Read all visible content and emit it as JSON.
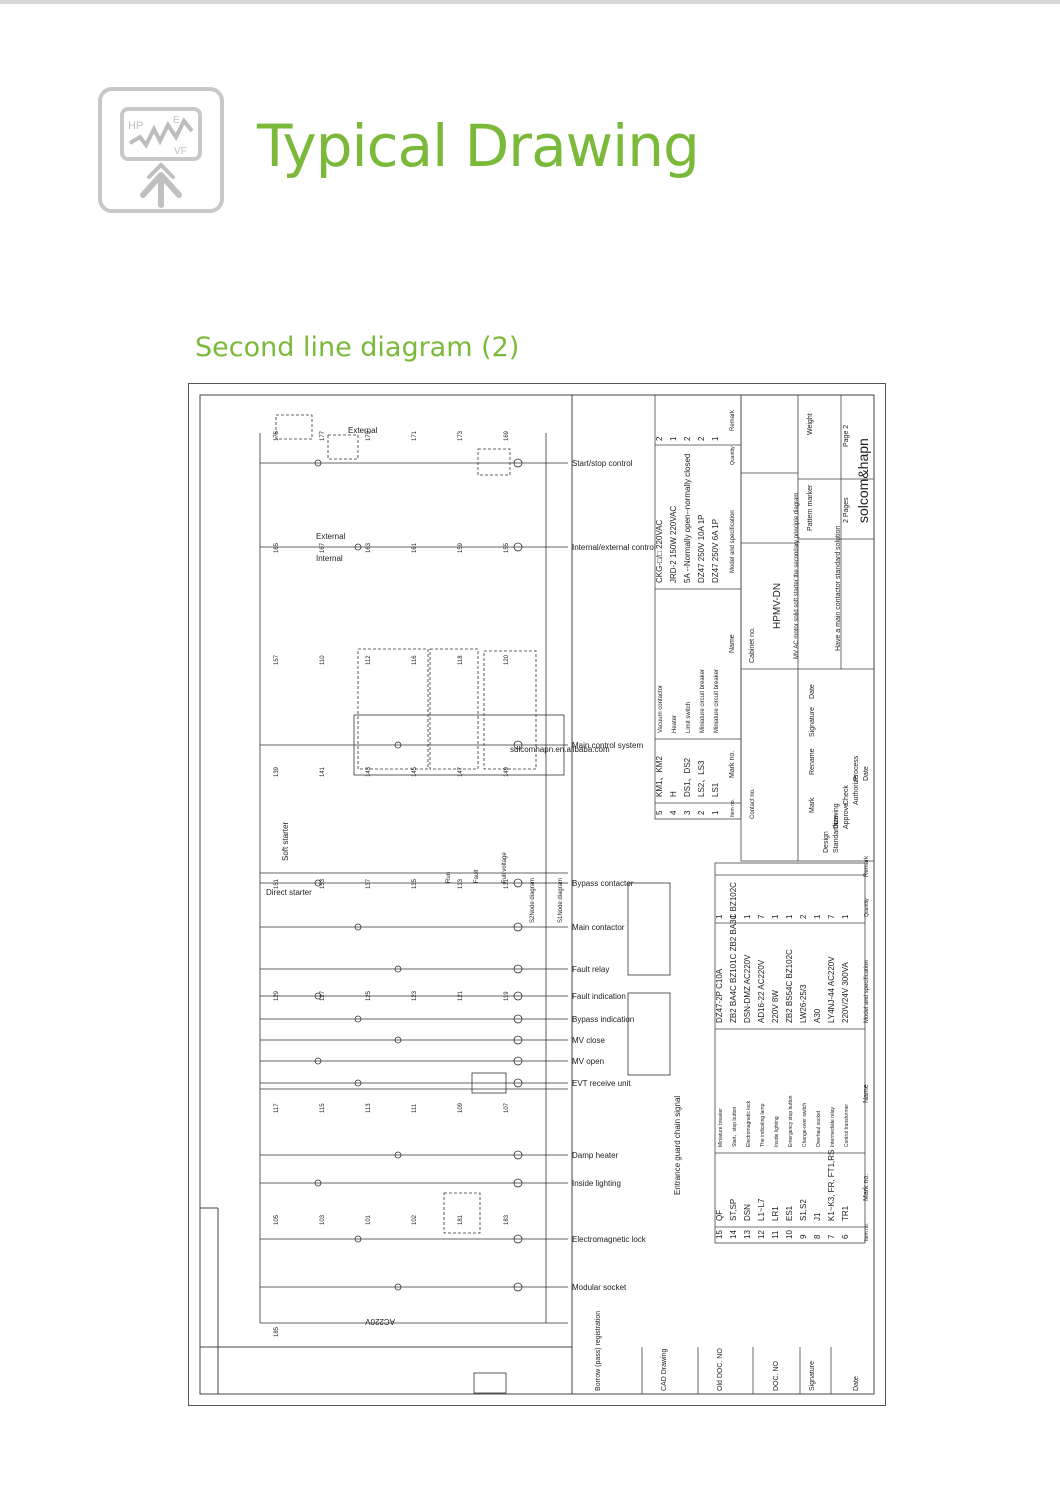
{
  "logo": {
    "label_hp": "HP",
    "label_e": "E",
    "label_vf": "VF",
    "icon": "drive-arrow-icon"
  },
  "page": {
    "title": "Typical Drawing",
    "subtitle": "Second line diagram (2)"
  },
  "watermark": "sdlcomhapn.en.alibaba.com",
  "circuit": {
    "top_labels": [
      "External",
      "External",
      "Internal",
      "Soft starter",
      "Direct starter",
      "Entrance guard chain signal",
      "AC220V"
    ],
    "right_labels": [
      "Start/stop control",
      "Internal/external control",
      "Main control system",
      "Bypass contactor",
      "Main contactor",
      "Fault relay",
      "Fault indication",
      "Bypass indication",
      "MV close",
      "MV open",
      "EVT receive unit",
      "Damp heater",
      "Inside lighting",
      "Electromagnetic lock",
      "Modular socket"
    ],
    "wire_numbers": [
      "175",
      "177",
      "179",
      "171",
      "173",
      "169",
      "165",
      "167",
      "163",
      "161",
      "159",
      "155",
      "157",
      "110",
      "112",
      "116",
      "118",
      "120",
      "139",
      "141",
      "143",
      "145",
      "147",
      "149",
      "151",
      "153",
      "137",
      "135",
      "133",
      "131",
      "129",
      "127",
      "125",
      "123",
      "121",
      "119",
      "117",
      "115",
      "113",
      "111",
      "109",
      "107",
      "105",
      "103",
      "101",
      "102",
      "181",
      "183",
      "185"
    ],
    "small_labels": [
      "Run",
      "Fault",
      "Full voltage",
      "S2Node diagram",
      "S1Node diagram"
    ]
  },
  "upper_table": {
    "header": {
      "item": "Item no.",
      "mark": "Mark no.",
      "name": "Name",
      "model": "Model and specification",
      "qty": "Quantity",
      "remark": "Remark"
    },
    "rows": [
      {
        "item": "5",
        "mark": "KM1、KM2",
        "name": "Vacuum contactor",
        "model": "CKG-□/□ 220VAC",
        "qty": "2"
      },
      {
        "item": "4",
        "mark": "H",
        "name": "Heater",
        "model": "JRD-2 150W 220VAC",
        "qty": "1"
      },
      {
        "item": "3",
        "mark": "DS1、DS2",
        "name": "Limit switch",
        "model": "5A --Normally open--normally closed",
        "qty": "2"
      },
      {
        "item": "2",
        "mark": "LS2、LS3",
        "name": "Miniature circuit breaker",
        "model": "DZ47 250V 10A 1P",
        "qty": "2"
      },
      {
        "item": "1",
        "mark": "LS1",
        "name": "Miniature circuit breaker",
        "model": "DZ47 250V 6A 1P",
        "qty": "1"
      }
    ]
  },
  "lower_table": {
    "header": {
      "item": "Item no.",
      "mark": "Mark no.",
      "name": "Name",
      "model": "Model and specification",
      "qty": "Quantity",
      "remark": "Remark"
    },
    "rows": [
      {
        "item": "15",
        "mark": "QF",
        "name": "Miniature breaker",
        "model": "DZ47-2P C10A",
        "qty": "1"
      },
      {
        "item": "14",
        "mark": "ST,SP",
        "name": "Start、stop button",
        "model": "ZB2 BA4C BZ101C ZB2 BA3C BZ102C",
        "qty": "1"
      },
      {
        "item": "13",
        "mark": "DSN",
        "name": "Electromagnetic lock",
        "model": "DSN-DMZ AC220V",
        "qty": "1"
      },
      {
        "item": "12",
        "mark": "L1~L7",
        "name": "The indicating lamp",
        "model": "AD16-22 AC220V",
        "qty": "7"
      },
      {
        "item": "11",
        "mark": "LR1",
        "name": "Inside lighting",
        "model": "220V 8W",
        "qty": "1"
      },
      {
        "item": "10",
        "mark": "ES1",
        "name": "Emergency stop button",
        "model": "ZB2 BS54C BZ102C",
        "qty": "1"
      },
      {
        "item": "9",
        "mark": "S1,S2",
        "name": "Change-over switch",
        "model": "LW26-25/3",
        "qty": "2"
      },
      {
        "item": "8",
        "mark": "J1",
        "name": "Overhaul socket",
        "model": "A30",
        "qty": "1"
      },
      {
        "item": "7",
        "mark": "K1~K3, FR, FT1,RS",
        "name": "Intermediate relay",
        "model": "LY4NJ-44 AC220V",
        "qty": "7"
      },
      {
        "item": "6",
        "mark": "TR1",
        "name": "Control transformer",
        "model": "220V/24V 300VA",
        "qty": "1"
      }
    ]
  },
  "title_block": {
    "cabinet": "Cabinet no.",
    "contact": "Contact no.",
    "product": "HPMV-DN",
    "description": "MV AC motor solid soft starter the secondary principle diagram",
    "solution": "Have a main contactor standard solution",
    "sign_header": [
      "Mark",
      "Rename",
      "Signature",
      "Date"
    ],
    "roles": [
      "Design",
      "Standardize",
      "Drawing",
      "Approve",
      "Check",
      "Authorize",
      "Process",
      "Date"
    ],
    "pattern_marker": "Pattern marker",
    "weight": "Weight",
    "pages": "2 Pages",
    "page": "Page 2",
    "company": "solcom&hapn"
  },
  "margin_block": [
    "Borrow (pass) registration",
    "CAD Drawing",
    "Old DOC. NO",
    "DOC. NO",
    "Signature",
    "Date"
  ]
}
